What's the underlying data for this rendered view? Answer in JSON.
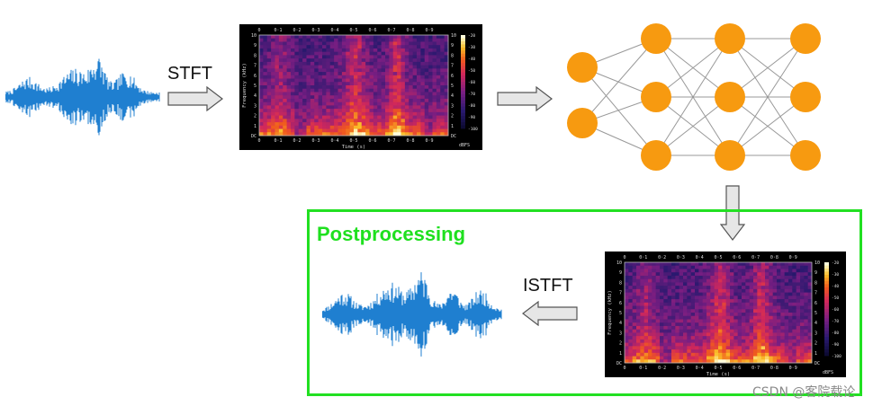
{
  "labels": {
    "stft": "STFT",
    "istft": "ISTFT",
    "postprocessing": "Postprocessing"
  },
  "spectrogram": {
    "top_ticks": [
      "0",
      "0·1",
      "0·2",
      "0·3",
      "0·4",
      "0·5",
      "0·6",
      "0·7",
      "0·8",
      "0·9"
    ],
    "freq_ticks": [
      "DC",
      "1",
      "2",
      "3",
      "4",
      "5",
      "6",
      "7",
      "8",
      "9",
      "10"
    ],
    "xlabel": "Time (s)",
    "ylabel": "Frequency (kHz)",
    "colorbar_ticks": [
      "-20",
      "-30",
      "-40",
      "-50",
      "-60",
      "-70",
      "-80",
      "-90",
      "-100"
    ],
    "colorbar_unit": "dBFS"
  },
  "network": {
    "layers": [
      2,
      3,
      3,
      3
    ],
    "node_color": "#f79a10",
    "edge_color": "#999999"
  },
  "colors": {
    "waveform": "#1f7fd0",
    "post_box_border": "#22e022",
    "arrow_fill": "#e6e6e6",
    "arrow_stroke": "#555555"
  },
  "watermark": "CSDN @客院载论"
}
